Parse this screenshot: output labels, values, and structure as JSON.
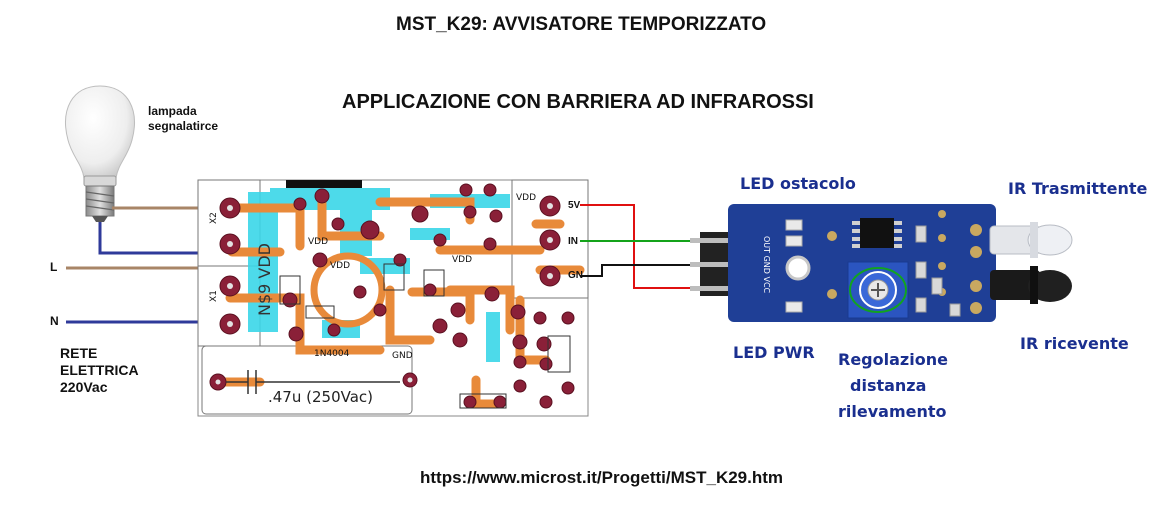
{
  "title": "MST_K29: AVVISATORE TEMPORIZZATO",
  "subtitle": "APPLICAZIONE CON BARRIERA AD INFRAROSSI",
  "lamp_label": "lampada\nsegnalatirce",
  "mains": {
    "line_label": "L",
    "neutral_label": "N",
    "rete": "RETE",
    "elettrica": "ELETTRICA",
    "voltage": "220Vac"
  },
  "pcb": {
    "connector_x2": "X2",
    "connector_x1": "X1",
    "vertical_vdd": "N$9 VDD",
    "capacitor_label": ".47u (250Vac)",
    "diode_label": "1N4004",
    "gnd": "GND",
    "vdd": "VDD",
    "terminal_5v": "5V",
    "terminal_in": "IN",
    "terminal_gn": "GN"
  },
  "sensor": {
    "pins": "OUT GND VCC",
    "led_ostacolo": "LED ostacolo",
    "ir_trasmittente": "IR Trasmittente",
    "led_pwr": "LED PWR",
    "ir_ricevente": "IR ricevente",
    "regolazione_1": "Regolazione",
    "regolazione_2": "distanza",
    "regolazione_3": "rilevamento"
  },
  "url": "https://www.microst.it/Progetti/MST_K29.htm",
  "colors": {
    "wire_brown": "#a88567",
    "wire_blue": "#2f3a9a",
    "wire_red": "#e01010",
    "wire_green": "#14a31a",
    "wire_black": "#111111",
    "pcb_trace": "#e88a3a",
    "pcb_fill": "#3ad6e8",
    "pad": "#8a2038",
    "sensor_board": "#1f3f96",
    "label_blue": "#1a2f8f"
  }
}
